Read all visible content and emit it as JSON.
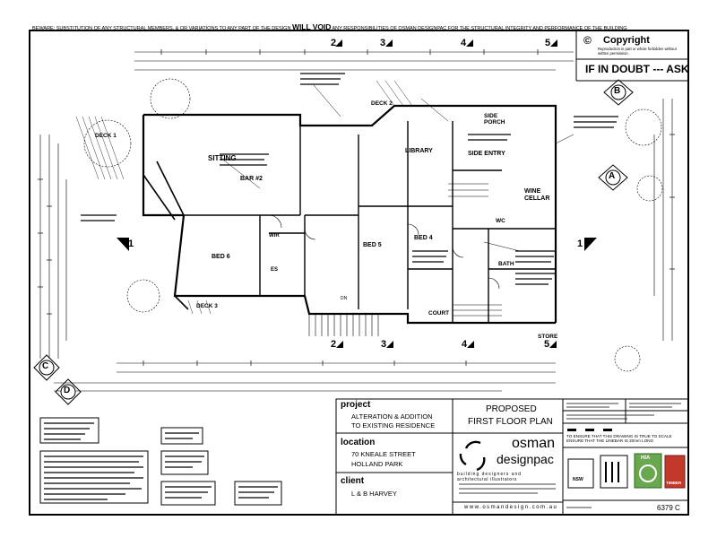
{
  "warning": {
    "prefix": "BEWARE: SUBSTITUTION OF ANY STRUCTURAL MEMBERS, & OR VARIATIONS TO ANY PART OF THE DESIGN",
    "emphasis": "WILL VOID",
    "suffix": "ANY RESPONSIBILITIES OF OSMAN DESIGNPAC FOR THE STRUCTURAL INTEGRITY AND PERFORMANCE OF THE BUILDING"
  },
  "copyright": {
    "symbol": "©",
    "title": "Copyright",
    "note": "Reproduction in part or whole forbidden without written permission"
  },
  "if_in_doubt": "IF IN DOUBT --- ASK",
  "rooms": {
    "sitting": "SITTING",
    "bed6": "BED 6",
    "bed5": "BED 5",
    "bed4": "BED 4",
    "library": "LIBRARY",
    "side_entry": "SIDE ENTRY",
    "side_porch": "SIDE PORCH",
    "wine_cellar": "WINE CELLAR",
    "wc": "WC",
    "bath": "BATH",
    "wir": "WIR",
    "ens": "ES",
    "court": "COURT",
    "store": "STORE",
    "deck1": "DECK 1",
    "deck2": "DECK 2",
    "deck3": "DECK 3",
    "bar2": "BAR #2",
    "stair": "DN"
  },
  "grid_marks": [
    "2",
    "3",
    "4",
    "5",
    "1",
    "1"
  ],
  "section_marks": [
    "A",
    "B",
    "C",
    "D"
  ],
  "project": {
    "label": "project",
    "line1": "ALTERATION & ADDITION",
    "line2": "TO EXISTING RESIDENCE"
  },
  "location": {
    "label": "location",
    "line1": "70 KNEALE STREET",
    "line2": "HOLLAND PARK"
  },
  "client": {
    "label": "client",
    "value": "L & B HARVEY"
  },
  "drawing_title": {
    "line1": "PROPOSED",
    "line2": "FIRST FLOOR PLAN"
  },
  "company": {
    "name1": "osman",
    "name2": "designpac",
    "tagline1": "building designers and",
    "tagline2": "architectural illustrators",
    "website": "www.osmandesign.com.au"
  },
  "scale_note": "TO ENSURE THAT THIS DRAWING IS TRUE TO SCALE ENSURE THAT THE LINEBAR IS 20mm LONG",
  "drawing_number": "6379 C",
  "logo_labels": {
    "nsw": "NSW",
    "hia": "HIA",
    "timber": "TIMBER"
  }
}
